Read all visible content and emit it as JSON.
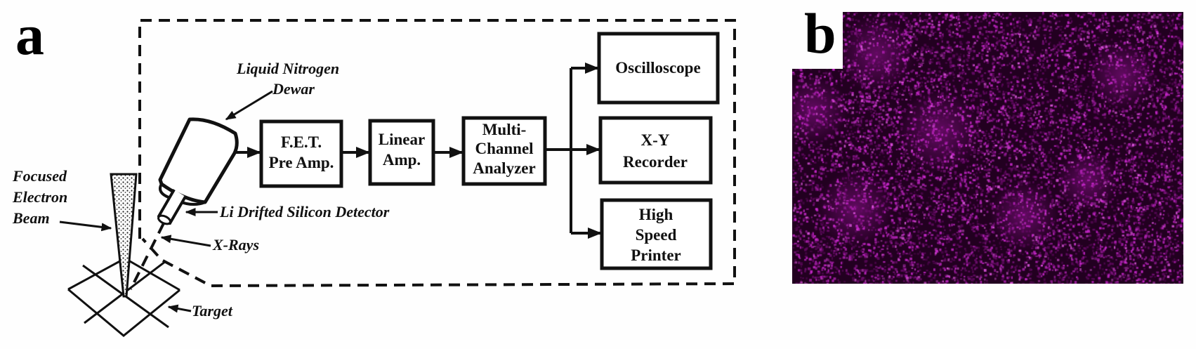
{
  "panel_a": {
    "label": "a",
    "instrument_box": "dashed-enclosure",
    "callouts": {
      "dewar_line1": "Liquid Nitrogen",
      "dewar_line2": "Dewar",
      "beam_line1": "Focused",
      "beam_line2": "Electron",
      "beam_line3": "Beam",
      "detector": "Li Drifted Silicon Detector",
      "xrays": "X-Rays",
      "target": "Target"
    },
    "chain": [
      {
        "id": "fet",
        "lines": [
          "F.E.T.",
          "Pre Amp."
        ]
      },
      {
        "id": "linear",
        "lines": [
          "Linear",
          "Amp."
        ]
      },
      {
        "id": "mca",
        "lines": [
          "Multi-",
          "Channel",
          "Analyzer"
        ]
      }
    ],
    "outputs": [
      {
        "id": "oscilloscope",
        "lines": [
          "Oscilloscope"
        ]
      },
      {
        "id": "xy-recorder",
        "lines": [
          "X-Y",
          "Recorder"
        ]
      },
      {
        "id": "printer",
        "lines": [
          "High",
          "Speed",
          "Printer"
        ]
      }
    ]
  },
  "panel_b": {
    "label": "b",
    "image": "elemental-map",
    "colors": {
      "background": "#220020",
      "signal": "#d22ad6",
      "highlight": "#f060f0"
    }
  }
}
